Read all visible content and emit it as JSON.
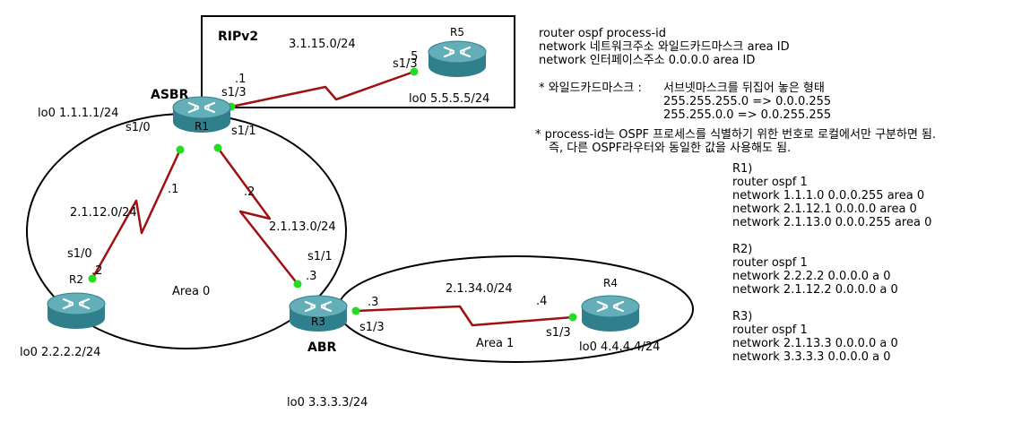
{
  "rip_area": {
    "title": "RIPv2",
    "network": "3.1.15.0/24"
  },
  "routers": {
    "r1": {
      "label": "R1",
      "role": "ASBR",
      "loopback": "lo0 1.1.1.1/24"
    },
    "r2": {
      "label": "R2",
      "loopback": "lo0 2.2.2.2/24"
    },
    "r3": {
      "label": "R3",
      "role": "ABR",
      "loopback": "lo0 3.3.3.3/24"
    },
    "r4": {
      "label": "R4",
      "loopback": "lo0 4.4.4.4/24"
    },
    "r5": {
      "label": "R5",
      "loopback": "lo0 5.5.5.5/24"
    }
  },
  "areas": {
    "area0": "Area 0",
    "area1": "Area 1"
  },
  "links": {
    "r1_r5": {
      "r1_if": "s1/3",
      "r1_ip": ".1",
      "r5_if": "s1/3",
      "r5_ip": ".5"
    },
    "r1_r2": {
      "net": "2.1.12.0/24",
      "r1_if": "s1/0",
      "r1_ip": ".1",
      "r2_if": "s1/0",
      "r2_ip": ".2"
    },
    "r1_r3": {
      "net": "2.1.13.0/24",
      "r1_if": "s1/1",
      "r1_ip": ".2",
      "r3_if": "s1/1",
      "r3_ip": ".3"
    },
    "r3_r4": {
      "net": "2.1.34.0/24",
      "r3_if": "s1/3",
      "r3_ip": ".3",
      "r4_if": "s1/3",
      "r4_ip": ".4"
    }
  },
  "syntax": {
    "line1": "router ospf  process-id",
    "line2": "network 네트워크주소  와일드카드마스크  area  ID",
    "line3": "network 인터페이스주소 0.0.0.0  area ID"
  },
  "notes": {
    "wildcard_label": "* 와일드카드마스크 :",
    "wildcard_desc": "서브넷마스크를 뒤집어 놓은 형태",
    "wildcard_ex1": "255.255.255.0 => 0.0.0.255",
    "wildcard_ex2": "255.255.0.0 => 0.0.255.255",
    "pid_line1": "* process-id는 OSPF 프로세스를 식별하기 위한 번호로 로컬에서만 구분하면 됨.",
    "pid_line2": "즉, 다른 OSPF라우터와 동일한 값을 사용해도 됨."
  },
  "configs": [
    {
      "title": "R1)",
      "lines": [
        "router ospf 1",
        "network 1.1.1.0 0.0.0.255 area 0",
        "network 2.1.12.1 0.0.0.0 area 0",
        "network 2.1.13.0 0.0.0.255 area 0"
      ]
    },
    {
      "title": "R2)",
      "lines": [
        "router ospf 1",
        "network 2.2.2.2 0.0.0.0 a 0",
        "network 2.1.12.2 0.0.0.0 a 0"
      ]
    },
    {
      "title": "R3)",
      "lines": [
        "router ospf 1",
        "network 2.1.13.3 0.0.0.0 a 0",
        "network 3.3.3.3 0.0.0.0 a 0"
      ]
    }
  ],
  "colors": {
    "link": "#a01010",
    "dot": "#22dd22",
    "router_top": "#5aa6b0",
    "router_side": "#2f7f8c"
  }
}
